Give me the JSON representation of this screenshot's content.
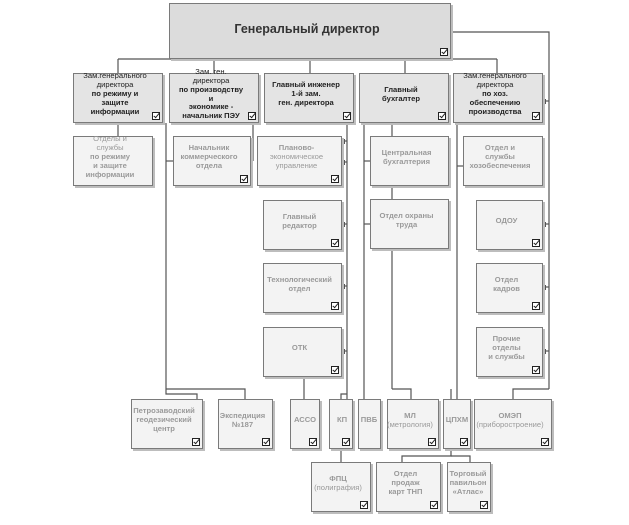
{
  "top": {
    "title": "Генеральный директор"
  },
  "heads": {
    "security": {
      "l1": "Зам.генерального",
      "l2": "директора",
      "l3": "по режиму и защите",
      "l4": "информации"
    },
    "production": {
      "l1": "Зам. ген. директора",
      "l2": "по производству и",
      "l3": "экономике -",
      "l4": "начальник ПЭУ"
    },
    "engineer": {
      "l1": "Главный инженер",
      "l2": "1-й зам.",
      "l3": "ген. директора"
    },
    "accountant": {
      "l1": "Главный",
      "l2": "бухгалтер"
    },
    "supply": {
      "l1": "Зам.генерального",
      "l2": "директора",
      "l3": "по хоз. обеспечению",
      "l4": "производства"
    }
  },
  "departments": {
    "security_services": {
      "l1": "Отделы и службы",
      "l2": "по режиму",
      "l3": "и защите",
      "l4": "информации"
    },
    "commercial": {
      "l1": "Начальник",
      "l2": "коммерческого",
      "l3": "отдела"
    },
    "planning": {
      "l1": "Планово-",
      "l2": "экономическое",
      "l3": "управление"
    },
    "editor": {
      "l1": "Главный",
      "l2": "редактор"
    },
    "tech": {
      "l1": "Технологический",
      "l2": "отдел"
    },
    "otk": {
      "l1": "ОТК"
    },
    "central_accounting": {
      "l1": "Центральная",
      "l2": "бухгалтерия"
    },
    "labor": {
      "l1": "Отдел охраны",
      "l2": "труда"
    },
    "household": {
      "l1": "Отдел  и службы",
      "l2": "хозобеспечения"
    },
    "odou": {
      "l1": "ОДОУ"
    },
    "hr": {
      "l1": "Отдел кадров"
    },
    "other": {
      "l1": "Прочие отделы",
      "l2": "и службы"
    },
    "petro": {
      "l1": "Петрозаводский",
      "l2": "геодезический",
      "l3": "центр"
    },
    "expedition": {
      "l1": "Экспедиция",
      "l2": "№187"
    },
    "asso": {
      "l1": "АССО"
    },
    "kp": {
      "l1": "КП"
    },
    "pvb": {
      "l1": "ПВБ"
    },
    "ml": {
      "l1": "МЛ",
      "l2": "(метрология)"
    },
    "tsphm": {
      "l1": "ЦПХМ"
    },
    "omep": {
      "l1": "ОМЭП",
      "l2": "(приборостроение)"
    },
    "fpts": {
      "l1": "ФПЦ",
      "l2": "(полиграфия)"
    },
    "maps": {
      "l1": "Отдел продаж",
      "l2": "карт ТНП"
    },
    "pavilion": {
      "l1": "Торговый",
      "l2": "павильон",
      "l3": "«Атлас»"
    }
  }
}
